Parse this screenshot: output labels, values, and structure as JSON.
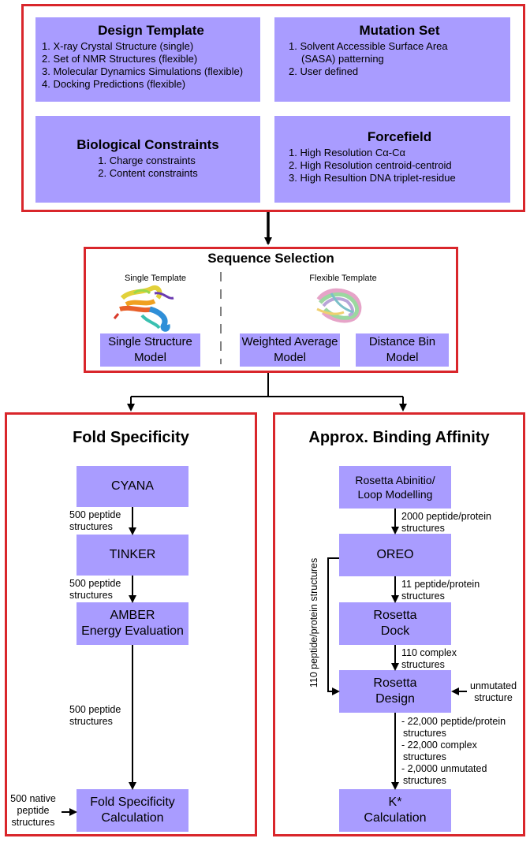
{
  "top_panel": {
    "design_template": {
      "title": "Design Template",
      "items": [
        "1. X-ray Crystal Structure (single)",
        "2. Set of NMR Structures (flexible)",
        "3. Molecular Dynamics Simulations (flexible)",
        "4. Docking Predictions (flexible)"
      ]
    },
    "mutation_set": {
      "title": "Mutation Set",
      "items": [
        "1. Solvent Accessible Surface Area",
        "(SASA) patterning",
        "2. User defined"
      ]
    },
    "biological_constraints": {
      "title": "Biological Constraints",
      "items": [
        "1. Charge constraints",
        "2. Content constraints"
      ]
    },
    "forcefield": {
      "title": "Forcefield",
      "items": [
        "1. High Resolution Cα-Cα",
        "2. High Resolution centroid-centroid",
        "3. High Resultion DNA triplet-residue"
      ]
    }
  },
  "sequence_selection": {
    "title": "Sequence Selection",
    "single_label": "Single Template",
    "flexible_label": "Flexible Template",
    "single_model": [
      "Single Structure",
      "Model"
    ],
    "weighted_model": [
      "Weighted Average",
      "Model"
    ],
    "distance_model": [
      "Distance Bin",
      "Model"
    ]
  },
  "fold_specificity": {
    "title": "Fold Specificity",
    "cyana": "CYANA",
    "tinker": "TINKER",
    "amber": [
      "AMBER",
      "Energy Evaluation"
    ],
    "calc": [
      "Fold Specificity",
      "Calculation"
    ],
    "edge1": [
      "500 peptide",
      "structures"
    ],
    "edge2": [
      "500 peptide",
      "structures"
    ],
    "edge3": [
      "500 peptide",
      "structures"
    ],
    "native_input": [
      "500 native",
      "peptide",
      "structures"
    ]
  },
  "binding_affinity": {
    "title": "Approx. Binding Affinity",
    "rosetta_abinitio": [
      "Rosetta Abinitio/",
      "Loop Modelling"
    ],
    "oreo": "OREO",
    "dock": [
      "Rosetta",
      "Dock"
    ],
    "design": [
      "Rosetta",
      "Design"
    ],
    "kstar": [
      "K*",
      "Calculation"
    ],
    "edge1": [
      "2000 peptide/protein",
      "structures"
    ],
    "edge2": [
      "11 peptide/protein",
      "structures"
    ],
    "edge3": [
      "110 complex",
      "structures"
    ],
    "edge4": [
      "- 22,000 peptide/protein",
      "structures",
      "- 22,000 complex",
      "structures",
      "- 2,0000 unmutated",
      "structures"
    ],
    "side_label": "110 peptide/protein structures",
    "unmutated_input": [
      "unmutated",
      "structure"
    ]
  },
  "colors": {
    "box_fill": "#a99cff",
    "frame_border": "#d9262b"
  }
}
